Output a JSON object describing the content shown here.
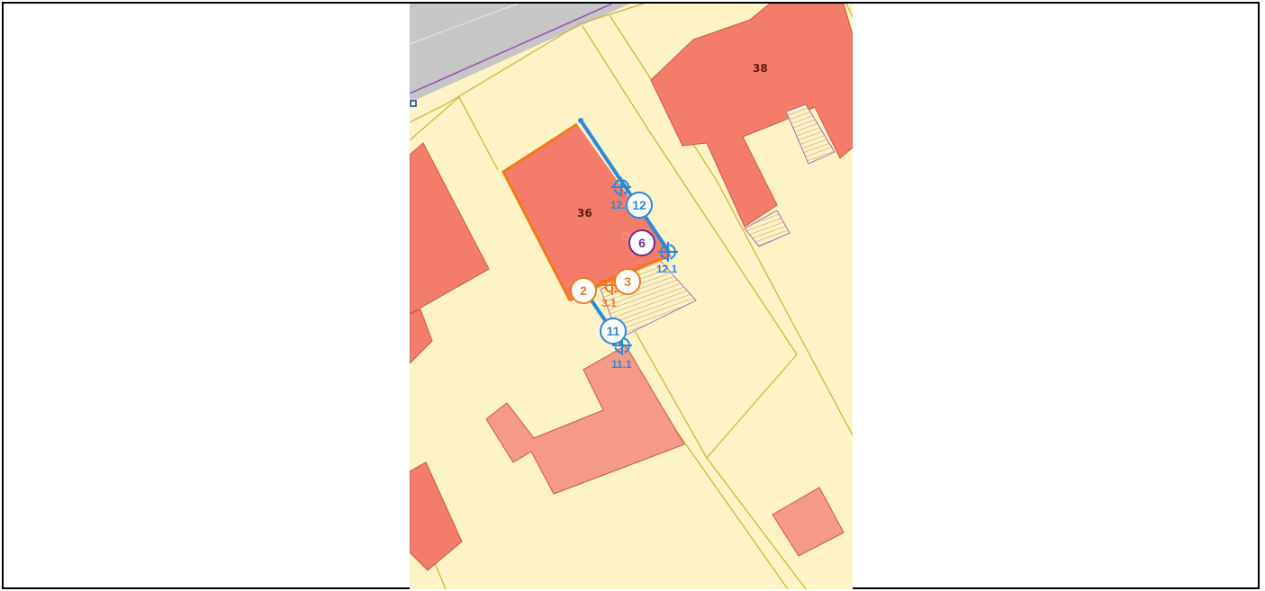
{
  "colors": {
    "parcel": "#fdf3c6",
    "parcel_line": "#c8b432",
    "building": "#f47c6a",
    "building_light": "#f59a88",
    "road": "#c6c6c6",
    "road_edge": "#9a4fb0",
    "blue": "#2a8ad8",
    "orange": "#f07a1a",
    "purple": "#6e2a8f",
    "hatch": "#c9a070"
  },
  "buildings": [
    {
      "id": "b38",
      "label": "38"
    },
    {
      "id": "b36",
      "label": "36"
    }
  ],
  "markers": [
    {
      "id": "m12",
      "number": "12",
      "color": "blue"
    },
    {
      "id": "m6",
      "number": "6",
      "color": "purple"
    },
    {
      "id": "m2",
      "number": "2",
      "color": "orange"
    },
    {
      "id": "m3",
      "number": "3",
      "color": "orange"
    },
    {
      "id": "m11",
      "number": "11",
      "color": "blue"
    }
  ],
  "points": [
    {
      "id": "p12_1a",
      "label": "12.1",
      "color": "blue"
    },
    {
      "id": "p12_1b",
      "label": "12.1",
      "color": "blue"
    },
    {
      "id": "p3_1",
      "label": "3.1",
      "color": "orange"
    },
    {
      "id": "p11_1",
      "label": "11.1",
      "color": "blue"
    }
  ]
}
